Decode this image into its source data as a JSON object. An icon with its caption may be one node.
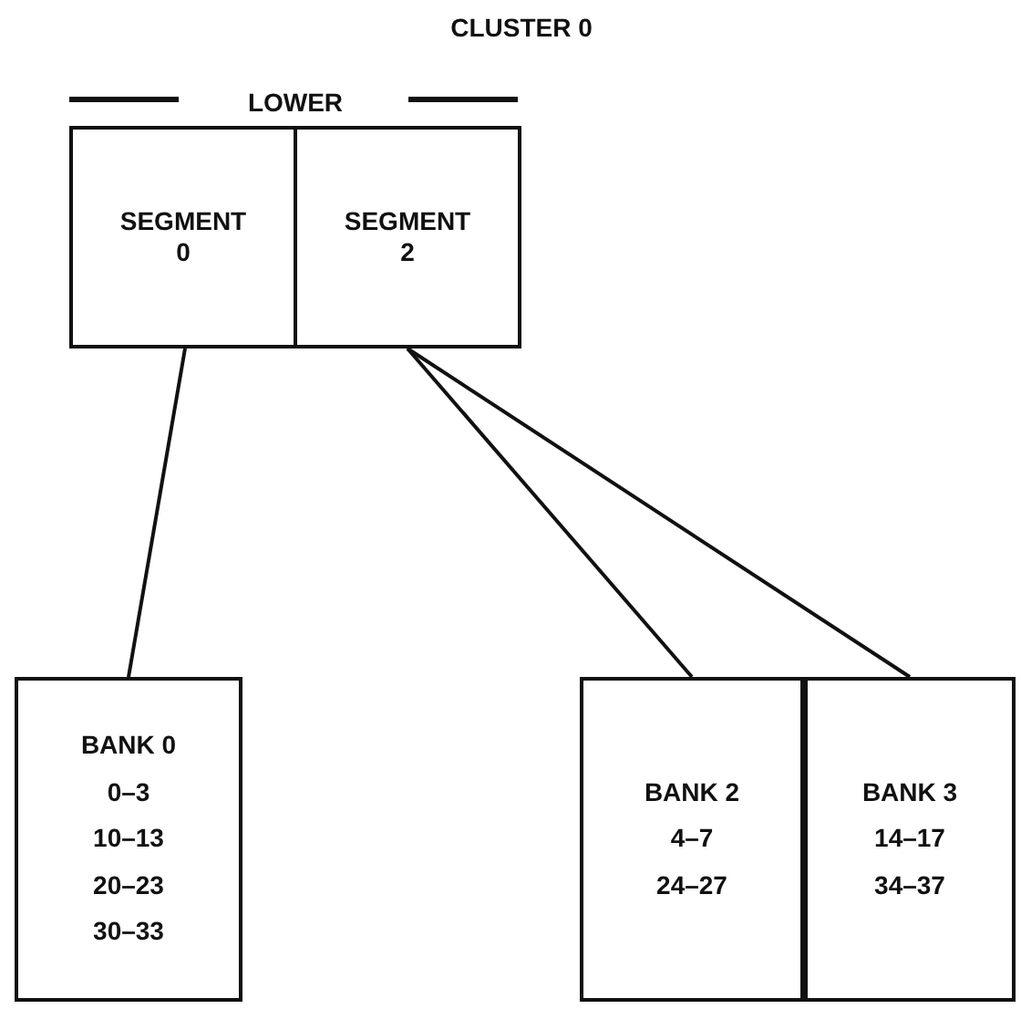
{
  "diagram": {
    "title": "CLUSTER 0",
    "nodes": [
      {
        "text": [
          "LOWER"
        ]
      },
      {
        "text": [
          "SEGMENT 0"
        ],
        "in": 0
      },
      {
        "text": [
          "SEGMENT 2"
        ],
        "in": 0
      },
      {
        "text": [
          "BANK 0",
          "0–3",
          "10–13",
          "20–23",
          "30–33"
        ]
      },
      {
        "text": [
          "BANK 2",
          "4–7",
          "24–27"
        ]
      },
      {
        "text": [
          "BANK 3",
          "14–17",
          "34–37"
        ]
      }
    ],
    "edges": [
      {
        "from": 1,
        "to": 3,
        "arrow": "none"
      },
      {
        "from": 2,
        "to": 4,
        "arrow": "none"
      },
      {
        "from": 2,
        "to": 5,
        "arrow": "none"
      }
    ]
  }
}
